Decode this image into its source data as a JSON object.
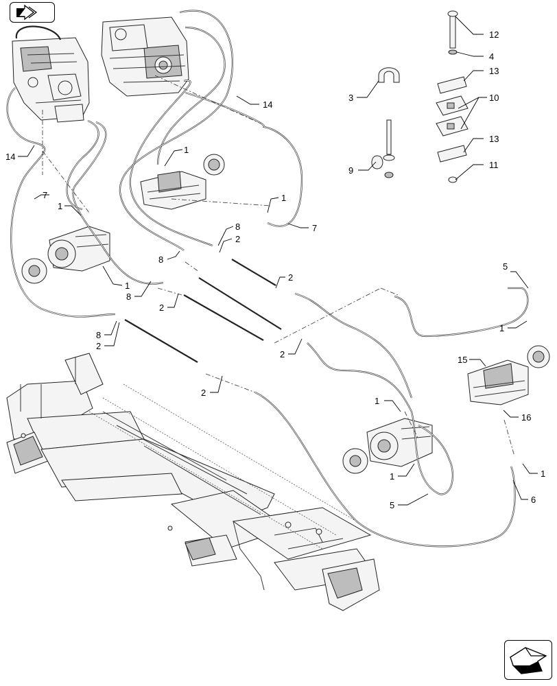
{
  "callouts": [
    {
      "id": "c12",
      "text": "12"
    },
    {
      "id": "c4",
      "text": "4"
    },
    {
      "id": "c13a",
      "text": "13"
    },
    {
      "id": "c10",
      "text": "10"
    },
    {
      "id": "c13b",
      "text": "13"
    },
    {
      "id": "c11",
      "text": "11"
    },
    {
      "id": "c3",
      "text": "3"
    },
    {
      "id": "c9",
      "text": "9"
    },
    {
      "id": "c14a",
      "text": "14"
    },
    {
      "id": "c14b",
      "text": "14"
    },
    {
      "id": "c1a",
      "text": "1"
    },
    {
      "id": "c1b",
      "text": "1"
    },
    {
      "id": "c7a",
      "text": "7"
    },
    {
      "id": "c7b",
      "text": "7"
    },
    {
      "id": "c1c",
      "text": "1"
    },
    {
      "id": "c1d",
      "text": "1"
    },
    {
      "id": "c8a",
      "text": "8"
    },
    {
      "id": "c2a",
      "text": "2"
    },
    {
      "id": "c8b",
      "text": "8"
    },
    {
      "id": "c8c",
      "text": "8"
    },
    {
      "id": "c2b",
      "text": "2"
    },
    {
      "id": "c2c",
      "text": "2"
    },
    {
      "id": "c8d",
      "text": "8"
    },
    {
      "id": "c2d",
      "text": "2"
    },
    {
      "id": "c2e",
      "text": "2"
    },
    {
      "id": "c2f",
      "text": "2"
    },
    {
      "id": "c5a",
      "text": "5"
    },
    {
      "id": "c1e",
      "text": "1"
    },
    {
      "id": "c15",
      "text": "15"
    },
    {
      "id": "c16",
      "text": "16"
    },
    {
      "id": "c1f",
      "text": "1"
    },
    {
      "id": "c1g",
      "text": "1"
    },
    {
      "id": "c1h",
      "text": "1"
    },
    {
      "id": "c5b",
      "text": "5"
    },
    {
      "id": "c6",
      "text": "6"
    }
  ],
  "icons": {
    "top_left": "continue-from-previous-page-icon",
    "bottom_right": "continue-to-next-page-icon"
  },
  "colors": {
    "line": "#222222",
    "background": "#ffffff"
  }
}
